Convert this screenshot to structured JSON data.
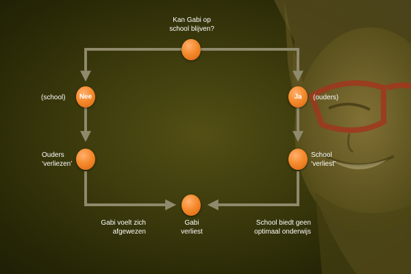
{
  "question": {
    "line1": "Kan Gabi op",
    "line2": "school blijven?"
  },
  "nodes": {
    "no": "Nee",
    "yes": "Ja"
  },
  "left_branch": {
    "side_label": "(school)",
    "parents_line1": "Ouders",
    "parents_line2": "‘verliezen’"
  },
  "right_branch": {
    "side_label": "(ouders)",
    "school_line1": "School",
    "school_line2": "‘verliest’"
  },
  "bottom": {
    "left_line1": "Gabi voelt zich",
    "left_line2": "afgewezen",
    "center_line1": "Gabi",
    "center_line2": "verliest",
    "right_line1": "School biedt geen",
    "right_line2": "optimaal onderwijs"
  },
  "colors": {
    "node": "#f58a2c",
    "connector": "#8f8a6c",
    "background": "#3c3b0c",
    "text": "#ffffff"
  }
}
